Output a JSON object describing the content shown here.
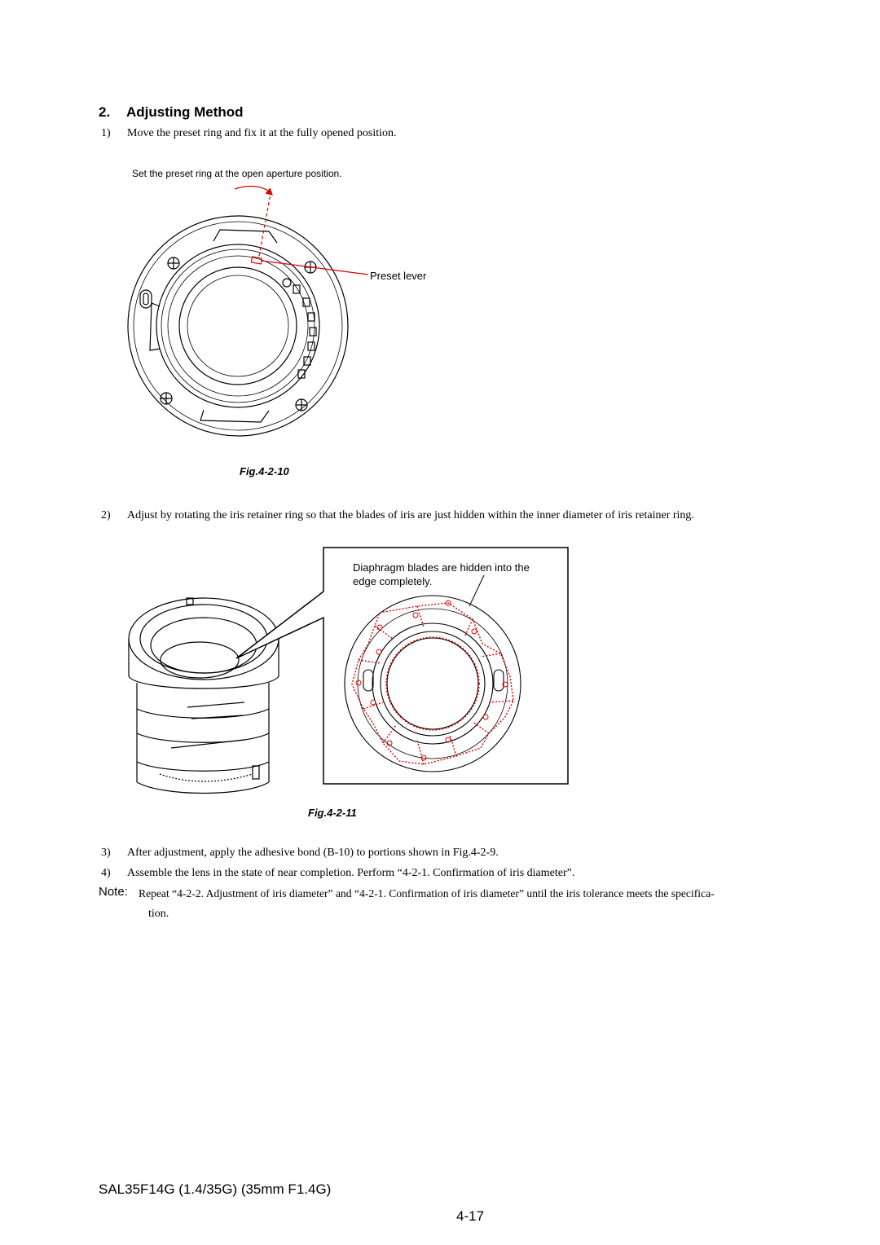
{
  "section": {
    "number": "2.",
    "title": "Adjusting Method"
  },
  "steps": [
    {
      "n": "1)",
      "text": "Move the preset ring and fix it at the fully opened position."
    },
    {
      "n": "2)",
      "text": "Adjust by rotating the iris retainer ring so that the blades of iris are just hidden within the inner diameter of iris retainer ring."
    },
    {
      "n": "3)",
      "text": "After adjustment, apply the adhesive bond (B-10) to portions shown in Fig.4-2-9."
    },
    {
      "n": "4)",
      "text": "Assemble the lens in the state of near completion. Perform “4-2-1. Confirmation of iris diameter”."
    }
  ],
  "figure1": {
    "instruction": "Set the preset ring at the open aperture position.",
    "callout": "Preset lever",
    "caption": "Fig.4-2-10"
  },
  "figure2": {
    "callout_line1": "Diaphragm blades are hidden into the",
    "callout_line2": "edge completely.",
    "caption": "Fig.4-2-11"
  },
  "note": {
    "label": "Note:",
    "line1": "Repeat “4-2-2. Adjustment of iris diameter” and “4-2-1. Confirmation of iris diameter” until the iris tolerance meets the specifica-",
    "line2": "tion."
  },
  "footer": {
    "model": "SAL35F14G (1.4/35G) (35mm F1.4G)",
    "page": "4-17"
  },
  "colors": {
    "accent_red": "#e00000"
  }
}
